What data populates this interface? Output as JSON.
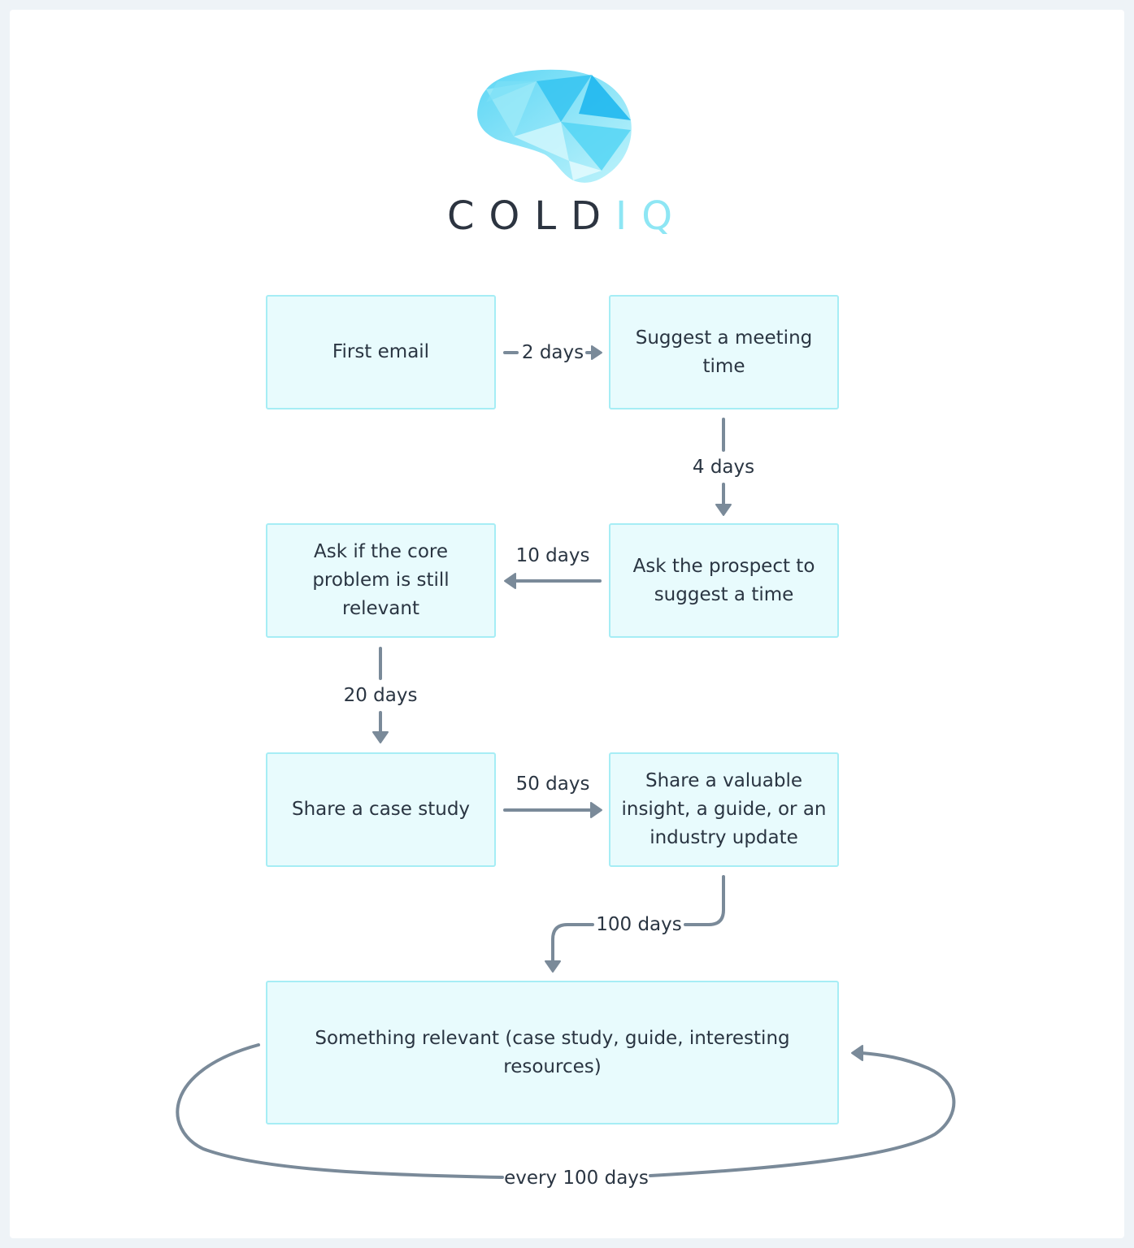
{
  "logo": {
    "text_dark": "COLD",
    "text_light": "IQ",
    "icon": "brain-icon"
  },
  "steps": {
    "first_email": "First email",
    "suggest_meeting": "Suggest a meeting time",
    "ask_prospect": "Ask the prospect to suggest a time",
    "ask_core_problem": "Ask if the core problem is still relevant",
    "share_case_study": "Share a case study",
    "share_insight": "Share a valuable insight, a guide, or an industry update",
    "something_relevant": "Something relevant (case study, guide, interesting resources)"
  },
  "intervals": {
    "d2": "2 days",
    "d4": "4 days",
    "d10": "10 days",
    "d20": "20 days",
    "d50": "50 days",
    "d100": "100 days",
    "loop": "every 100 days"
  },
  "colors": {
    "box_fill": "#e8fbfd",
    "box_border": "#a6edf5",
    "arrow": "#7a8a99",
    "text": "#2a3542",
    "logo_dark": "#2c3440",
    "logo_light": "#8ee6f4"
  }
}
